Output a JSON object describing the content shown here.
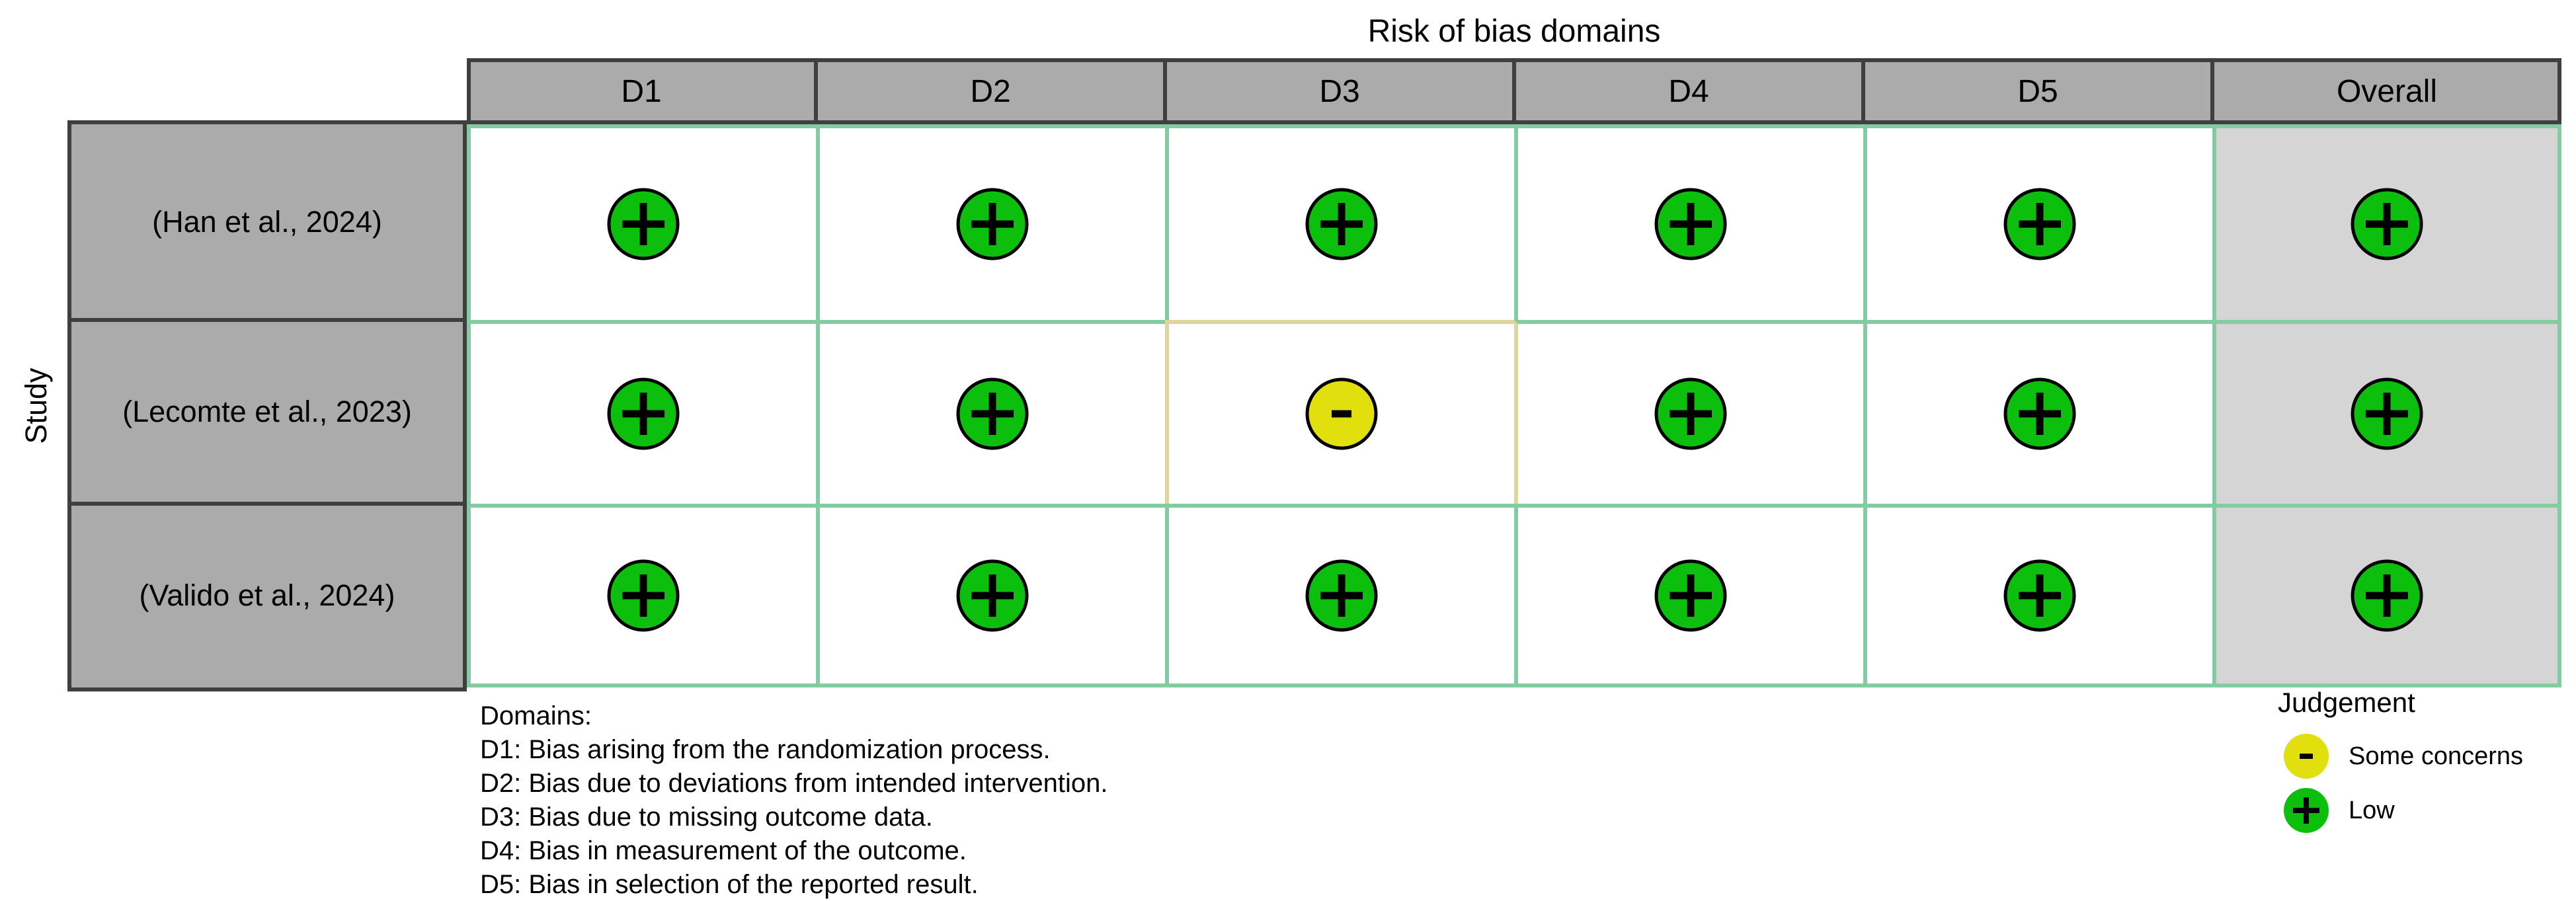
{
  "title": "Risk of bias domains",
  "chart_data": {
    "type": "table",
    "title": "Risk of bias domains",
    "x_categories": [
      "D1",
      "D2",
      "D3",
      "D4",
      "D5",
      "Overall"
    ],
    "y_categories": [
      "(Han et al., 2024)",
      "(Lecomte et al., 2023)",
      "(Valido et al., 2024)"
    ],
    "values": [
      [
        "low",
        "low",
        "low",
        "low",
        "low",
        "low"
      ],
      [
        "low",
        "low",
        "some_concerns",
        "low",
        "low",
        "low"
      ],
      [
        "low",
        "low",
        "low",
        "low",
        "low",
        "low"
      ]
    ],
    "ylabel": "Study",
    "xlabel_title": "Risk of bias domains",
    "grid": "on",
    "legend_position": "bottom-right"
  },
  "judgement_symbols": {
    "low": "+",
    "some_concerns": "-"
  },
  "footer": {
    "lines": [
      "Domains:",
      "D1: Bias arising from the randomization process.",
      "D2: Bias due to deviations from intended intervention.",
      "D3: Bias due to missing outcome data.",
      "D4: Bias in measurement of the outcome.",
      "D5: Bias in selection of the reported result."
    ]
  },
  "legend": {
    "title": "Judgement",
    "items": [
      {
        "label": "Some concerns",
        "judgement": "some_concerns"
      },
      {
        "label": "Low",
        "judgement": "low"
      }
    ]
  },
  "colors": {
    "low": "#0CBF0C",
    "some_concerns": "#E2DF0E",
    "header_fill": "#ABABAB",
    "overall_fill": "#D5D5D5",
    "cell_fill": "#FFFFFF",
    "grid_low": "#84CBA2",
    "grid_some_concerns": "#DCD69E",
    "table_border": "#3F3F3F",
    "symbol": "#000000"
  }
}
